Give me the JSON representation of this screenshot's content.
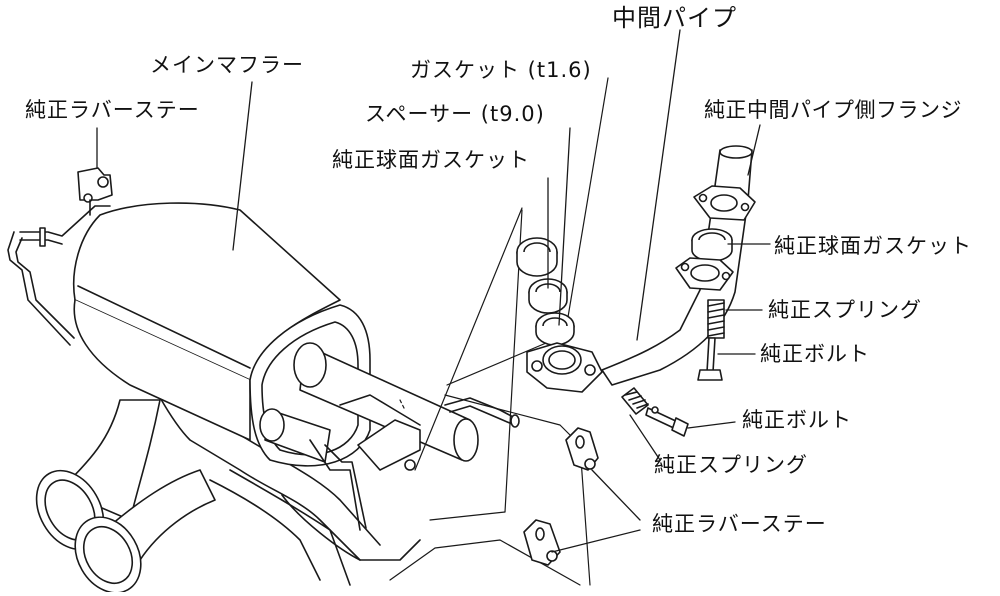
{
  "diagram": {
    "parts": {
      "middle_pipe": "中間パイプ",
      "main_muffler": "メインマフラー",
      "gasket": "ガスケット (t1.6)",
      "spacer": "スペーサー (t9.0)",
      "rubber_stay_top": "純正ラバーステー",
      "oem_spherical_gasket_left": "純正球面ガスケット",
      "oem_middle_pipe_flange": "純正中間パイプ側フランジ",
      "oem_spherical_gasket_right": "純正球面ガスケット",
      "oem_spring_right": "純正スプリング",
      "oem_bolt_right": "純正ボルト",
      "oem_bolt_bottom": "純正ボルト",
      "oem_spring_bottom": "純正スプリング",
      "rubber_stay_bottom": "純正ラバーステー"
    },
    "colors": {
      "line": "#1a1a1a",
      "background": "#ffffff"
    }
  }
}
